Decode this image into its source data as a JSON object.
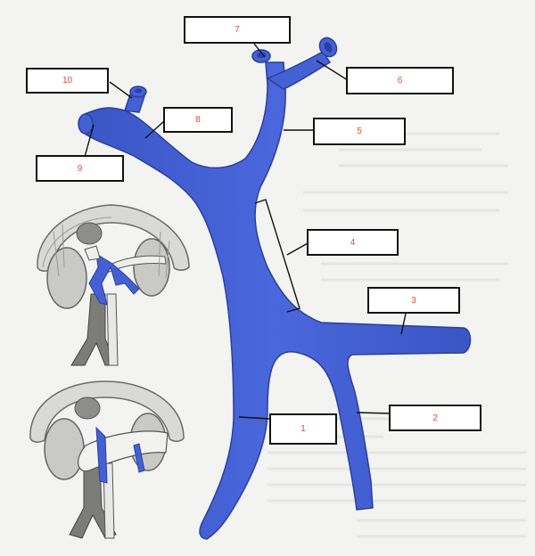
{
  "colors": {
    "vein_fill": "#4461d4",
    "vein_edge": "#2a3f9e",
    "box_text": "#e2483d",
    "box_border": "#111111",
    "paper": "#f3f3f1"
  },
  "labels": [
    {
      "id": "1",
      "text": "1"
    },
    {
      "id": "2",
      "text": "2"
    },
    {
      "id": "3",
      "text": "3"
    },
    {
      "id": "4",
      "text": "4"
    },
    {
      "id": "5",
      "text": "5"
    },
    {
      "id": "6",
      "text": "6"
    },
    {
      "id": "7",
      "text": "7"
    },
    {
      "id": "8",
      "text": "8"
    },
    {
      "id": "9",
      "text": "9"
    },
    {
      "id": "10",
      "text": "10"
    }
  ]
}
